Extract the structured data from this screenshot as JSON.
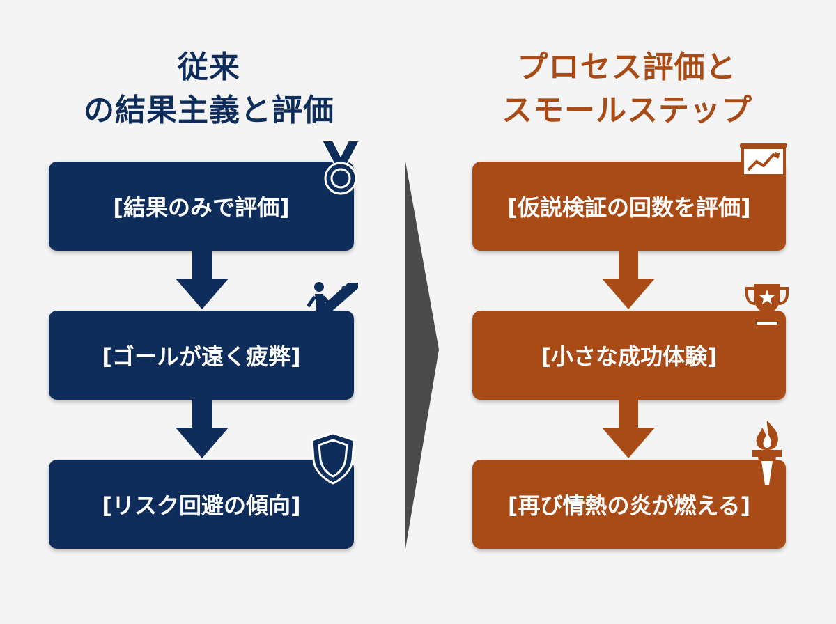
{
  "left": {
    "title_line1": "従来",
    "title_line2": "の結果主義と評価",
    "color": "#0f2d5a",
    "steps": [
      {
        "label": "[結果のみで評価]",
        "icon": "medal-icon"
      },
      {
        "label": "[ゴールが遠く疲弊]",
        "icon": "climbing-person-icon"
      },
      {
        "label": "[リスク回避の傾向]",
        "icon": "shield-icon"
      }
    ]
  },
  "right": {
    "title_line1": "プロセス評価と",
    "title_line2": "スモールステップ",
    "color": "#a84b16",
    "steps": [
      {
        "label": "[仮説検証の回数を評価]",
        "icon": "presentation-chart-icon"
      },
      {
        "label": "[小さな成功体験]",
        "icon": "trophy-icon"
      },
      {
        "label": "[再び情熱の炎が燃える]",
        "icon": "torch-icon"
      }
    ]
  },
  "divider_color": "#4a4a4a"
}
